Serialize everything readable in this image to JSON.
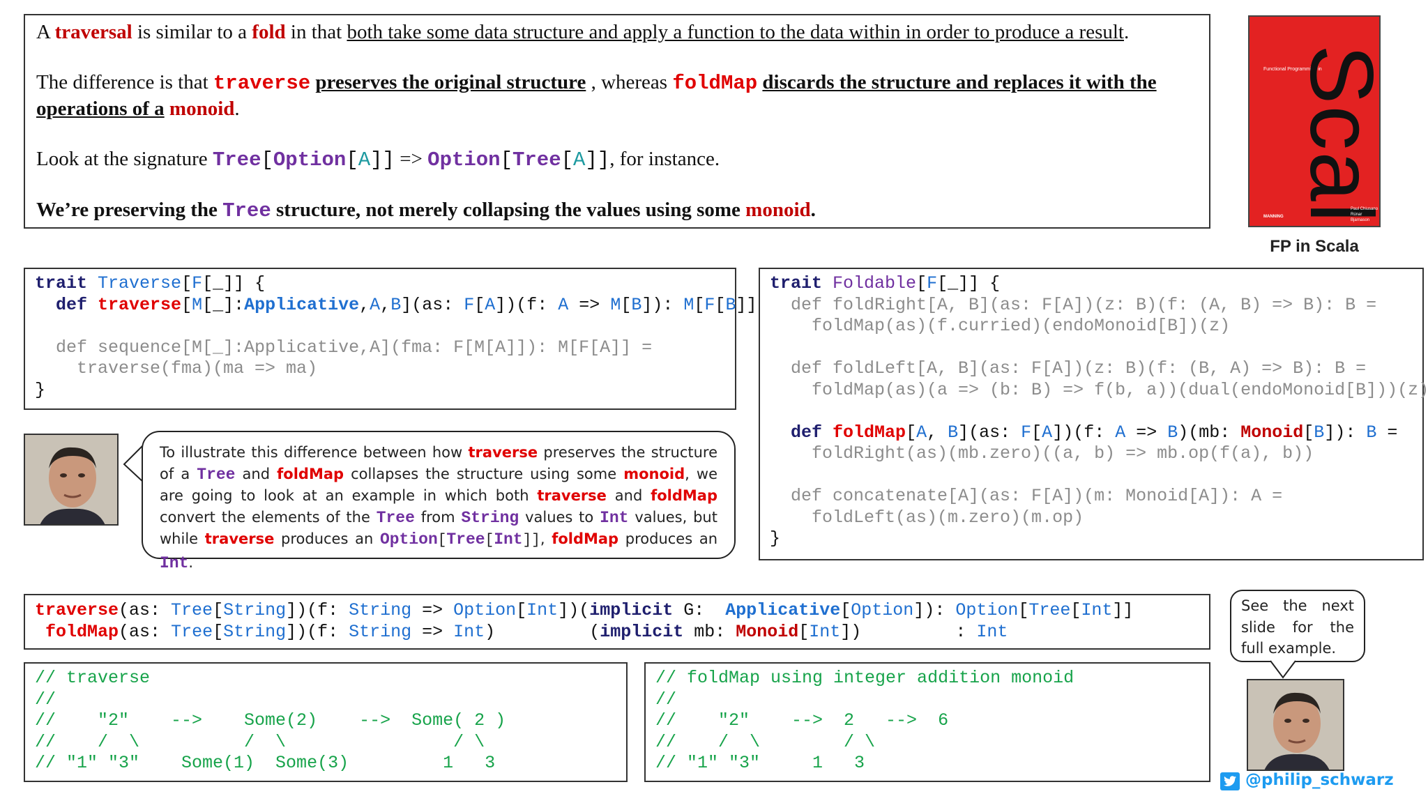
{
  "intro": {
    "line1": {
      "a": "A ",
      "traversal": "traversal",
      "b": " is similar to a ",
      "fold": "fold",
      "c": " in that ",
      "underlined": "both take some data structure and apply a function to the data within in order to produce a result",
      "d": "."
    },
    "line2": {
      "a": "The difference is that ",
      "traverse": "traverse",
      "b": " ",
      "preserves": "preserves the original structure",
      "c": " , whereas ",
      "foldMap": "foldMap",
      "d": " ",
      "discards": "discards the structure and replaces it with the operations of a",
      "e": " ",
      "monoid": "monoid",
      "f": "."
    },
    "line3": {
      "a": "Look at the signature ",
      "tree1": "Tree",
      "lb1": "[",
      "option1": "Option",
      "lb2": "[",
      "A1": "A",
      "rb1": "]]",
      "arrow": " => ",
      "option2": "Option",
      "lb3": "[",
      "tree2": "Tree",
      "lb4": "[",
      "A2": "A",
      "rb2": "]]",
      "b": ", for instance."
    },
    "line4": {
      "a": "We’re preserving the ",
      "tree": "Tree",
      "b": "  structure, not merely collapsing the values using some ",
      "monoid": "monoid",
      "c": "."
    }
  },
  "book": {
    "subtitle": "Functional Programming in",
    "title": "Scala",
    "authors_1": "Paul Chiusano",
    "authors_2": "Rúnar Bjarnason",
    "publisher": "MANNING",
    "caption": "FP in Scala"
  },
  "traverse_trait": {
    "l1_kw": "trait",
    "l1_name": "Traverse",
    "l1_rest_a": "[",
    "l1_F": "F",
    "l1_rest_b": "[_]] {",
    "l2_kw": "  def",
    "l2_name": "traverse",
    "l2_a": "[",
    "l2_M": "M",
    "l2_b": "[_]:",
    "l2_app": "Applicative",
    "l2_c": ",",
    "l2_A": "A",
    "l2_d": ",",
    "l2_B": "B",
    "l2_e": "](as: ",
    "l2_F": "F",
    "l2_f": "[",
    "l2_A2": "A",
    "l2_g": "])(f: ",
    "l2_A3": "A",
    "l2_h": " => ",
    "l2_M2": "M",
    "l2_i": "[",
    "l2_B2": "B",
    "l2_j": "]): ",
    "l2_M3": "M",
    "l2_k": "[",
    "l2_F2": "F",
    "l2_l": "[",
    "l2_B3": "B",
    "l2_m": "]]",
    "l3": "",
    "l4": "  def sequence[M[_]:Applicative,A](fma: F[M[A]]): M[F[A]] =",
    "l5": "    traverse(fma)(ma => ma)",
    "l6": "}"
  },
  "foldable_trait": {
    "l1_kw": "trait",
    "l1_name": "Foldable",
    "l1_a": "[",
    "l1_F": "F",
    "l1_b": "[_]] {",
    "l2": "  def foldRight[A, B](as: F[A])(z: B)(f: (A, B) => B): B =",
    "l3": "    foldMap(as)(f.curried)(endoMonoid[B])(z)",
    "l5": "  def foldLeft[A, B](as: F[A])(z: B)(f: (B, A) => B): B =",
    "l6": "    foldMap(as)(a => (b: B) => f(b, a))(dual(endoMonoid[B]))(z)",
    "l8_kw": "  def",
    "l8_name": "foldMap",
    "l8_a": "[",
    "l8_A": "A",
    "l8_b": ", ",
    "l8_B": "B",
    "l8_c": "](as: ",
    "l8_F": "F",
    "l8_d": "[",
    "l8_A2": "A",
    "l8_e": "])(f: ",
    "l8_A3": "A",
    "l8_f": " => ",
    "l8_B2": "B",
    "l8_g": ")(mb: ",
    "l8_monoid": "Monoid",
    "l8_h": "[",
    "l8_B3": "B",
    "l8_i": "]): ",
    "l8_B4": "B",
    "l8_j": " =",
    "l9": "    foldRight(as)(mb.zero)((a, b) => mb.op(f(a), b))",
    "l11": "  def concatenate[A](as: F[A])(m: Monoid[A]): A =",
    "l12": "    foldLeft(as)(m.zero)(m.op)",
    "l13": "}"
  },
  "bubble": {
    "t1": "To illustrate this difference between how ",
    "traverse1": "traverse",
    "t2": " preserves the structure of a ",
    "tree1": "Tree",
    "t3": " and ",
    "foldMap1": "foldMap",
    "t4": " collapses the structure using some ",
    "monoid": "monoid",
    "t5": ", we are going to look at an example in which both ",
    "traverse2": "traverse",
    "t6": " and ",
    "foldMap2": "foldMap",
    "t7": " convert the elements of the ",
    "tree2": "Tree",
    "t8": " from ",
    "string": "String",
    "t9": " values to ",
    "int1": "Int",
    "t10": " values, but while ",
    "traverse3": "traverse",
    "t11": " produces an ",
    "option": "Option",
    "lb1": "[",
    "tree3": "Tree",
    "lb2": "[",
    "int2": "Int",
    "rb": "]]",
    "t12": ", ",
    "foldMap3": "foldMap",
    "t13": " produces an ",
    "int3": "Int",
    "t14": "."
  },
  "signatures": {
    "r1_name": "traverse",
    "r1_a": "(as: ",
    "r1_tree": "Tree",
    "r1_b": "[",
    "r1_str": "String",
    "r1_c": "])(f: ",
    "r1_str2": "String",
    "r1_d": " => ",
    "r1_opt": "Option",
    "r1_e": "[",
    "r1_int": "Int",
    "r1_f": "])(",
    "r1_impl": "implicit",
    "r1_g": " G:  ",
    "r1_app": "Applicative",
    "r1_h": "[",
    "r1_opt2": "Option",
    "r1_i": "]): ",
    "r1_opt3": "Option",
    "r1_j": "[",
    "r1_tree2": "Tree",
    "r1_k": "[",
    "r1_int2": "Int",
    "r1_l": "]]",
    "r2_lead": " ",
    "r2_name": "foldMap",
    "r2_a": "(as: ",
    "r2_tree": "Tree",
    "r2_b": "[",
    "r2_str": "String",
    "r2_c": "])(f: ",
    "r2_str2": "String",
    "r2_d": " => ",
    "r2_int": "Int",
    "r2_e": ")         (",
    "r2_impl": "implicit",
    "r2_f": " mb: ",
    "r2_monoid": "Monoid",
    "r2_g": "[",
    "r2_int2": "Int",
    "r2_h": "])         : ",
    "r2_int3": "Int"
  },
  "example_traverse": [
    "// traverse",
    "//",
    "//    \"2\"    -->    Some(2)    -->  Some( 2 )",
    "//    /  \\          /  \\                / \\",
    "// \"1\" \"3\"    Some(1)  Some(3)         1   3"
  ],
  "example_foldmap": [
    "// foldMap using integer addition monoid",
    "//",
    "//    \"2\"    -->  2   -->  6",
    "//    /  \\        / \\",
    "// \"1\" \"3\"     1   3"
  ],
  "bubble2": {
    "text": "See the next slide for the full example."
  },
  "footer": {
    "handle": "@philip_schwarz"
  },
  "colors": {
    "keyword_red": "#c00000",
    "type_purple": "#7030a0",
    "param_teal": "#1d9aa0",
    "comment_green": "#17a34a",
    "twitter_blue": "#1d9bf0",
    "book_red": "#e32222"
  }
}
